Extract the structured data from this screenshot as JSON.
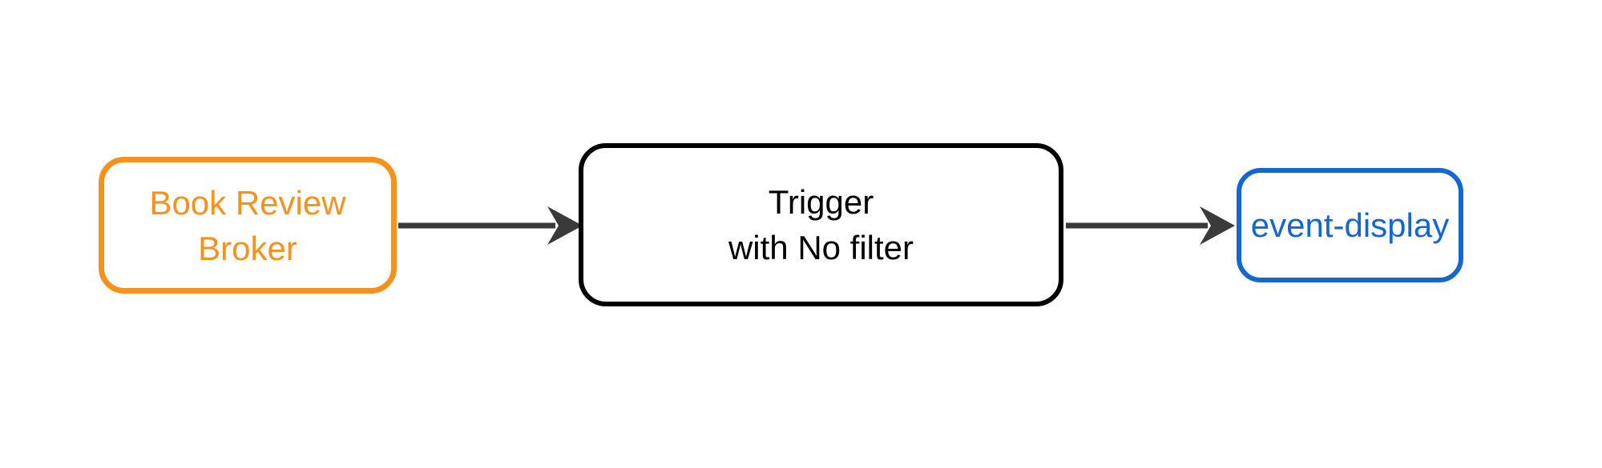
{
  "canvas": {
    "background": "#FFFFFF"
  },
  "diagram": {
    "nodes": [
      {
        "id": "book-review-broker",
        "label": "Book Review\nBroker",
        "shape": "rounded-rect",
        "color": "#F5921E"
      },
      {
        "id": "trigger",
        "label": "Trigger\nwith No filter",
        "shape": "rounded-rect",
        "color": "#000000"
      },
      {
        "id": "event-display",
        "label": "event-display",
        "shape": "rounded-rect",
        "color": "#1268CE"
      }
    ],
    "edges": [
      {
        "from": "book-review-broker",
        "to": "trigger",
        "style": "solid-arrow",
        "color": "#3A3A3A"
      },
      {
        "from": "trigger",
        "to": "event-display",
        "style": "solid-arrow",
        "color": "#3A3A3A"
      }
    ]
  }
}
